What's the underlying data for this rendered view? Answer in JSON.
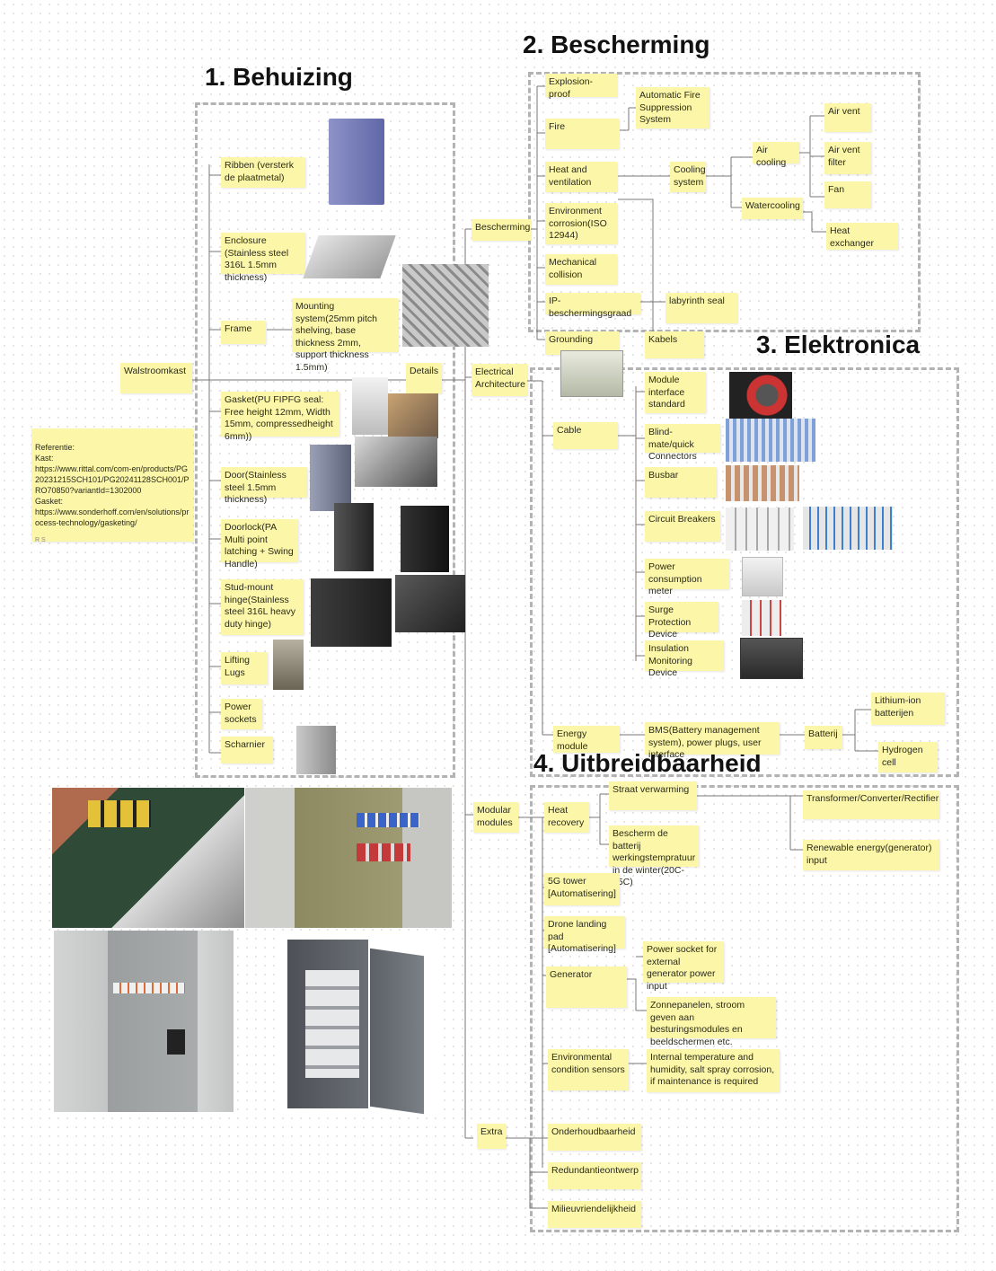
{
  "titles": {
    "behuizing": "1. Behuizing",
    "bescherming": "2. Bescherming",
    "elektronica": "3. Elektronica",
    "uitbreidbaarheid": "4. Uitbreidbaarheid"
  },
  "colors": {
    "note": "#fbf6a8",
    "line": "#777777",
    "region": "#b3b3b3"
  },
  "reference": {
    "text": "Referentie:\nKast:\nhttps://www.rittal.com/com-en/products/PG20231215SCH101/PG20241128SCH001/PRO70850?variantId=1302000\nGasket:\nhttps://www.sonderhoff.com/en/solutions/process-technology/gasketing/",
    "signature": "R S"
  },
  "nodes": {
    "root": "Walstroomkast",
    "details": "Details",
    "ribben": "Ribben (versterk de plaatmetal)",
    "enclosure": "Enclosure (Stainless steel 316L 1.5mm thickness)",
    "frame": "Frame",
    "mounting": "Mounting system(25mm pitch shelving, base thickness 2mm, support thickness 1.5mm)",
    "gasket": "Gasket(PU FIPFG  seal: Free height 12mm, Width 15mm, compressedheight 6mm))",
    "door": "Door(Stainless steel 1.5mm thickness)",
    "doorlock": "Doorlock(PA Multi point latching + Swing Handle)",
    "hinge": "Stud-mount hinge(Stainless steel 316L heavy duty hinge)",
    "lifting": "Lifting Lugs",
    "power_sockets": "Power sockets",
    "scharnier": "Scharnier",
    "bescherming": "Bescherming",
    "explosion": "Explosion-proof",
    "fire": "Fire",
    "auto_fire": "Automatic Fire Suppression System",
    "heat_vent": "Heat and ventilation",
    "cooling": "Cooling system",
    "air_cooling": "Air cooling",
    "water_cooling": "Watercooling",
    "air_vent": "Air vent",
    "air_vent_filter": "Air vent filter",
    "fan": "Fan",
    "heat_exchanger": "Heat exchanger",
    "env_corrosion": "Environment corrosion(ISO 12944)",
    "mech_collision": "Mechanical collision",
    "ip": "IP-beschermingsgraad",
    "labyrinth": "labyrinth seal",
    "grounding": "Grounding",
    "electrical": "Electrical Architecture",
    "cable": "Cable",
    "kabels": "Kabels",
    "module_interface": "Module interface standard",
    "blind_mate": "Blind-mate/quick Connectors",
    "busbar": "Busbar",
    "circuit": "Circuit Breakers",
    "power_meter": "Power consumption meter",
    "surge": "Surge Protection Device",
    "insulation": "Insulation Monitoring Device",
    "energy_module": "Energy module",
    "bms": "BMS(Battery management system), power plugs, user interface",
    "batterij": "Batterij",
    "lithium": "Lithium-ion batterijen",
    "hydrogen": "Hydrogen cell",
    "modular": "Modular modules",
    "heat_recovery": "Heat recovery",
    "straat": "Straat verwarming",
    "bescherm_batterij": "Bescherm de batterij werkingstempratuur in de winter(20C-35C)",
    "transformer": "Transformer/Converter/Rectifier",
    "renewable": "Renewable energy(generator) input",
    "tower5g": "5G tower [Automatisering]",
    "drone": "Drone landing pad [Automatisering]",
    "generator": "Generator",
    "power_socket_ext": "Power socket for external generator power input",
    "zonnepanelen": "Zonnepanelen, stroom geven aan besturingsmodules en beeldschermen etc.",
    "env_sensors": "Environmental condition sensors",
    "internal_temp": "Internal temperature and humidity, salt spray corrosion, if maintenance is required",
    "extra": "Extra",
    "onderhoud": "Onderhoudbaarheid",
    "redundantie": "Redundantieontwerp",
    "milieu": "Milieuvriendelijkheid"
  }
}
